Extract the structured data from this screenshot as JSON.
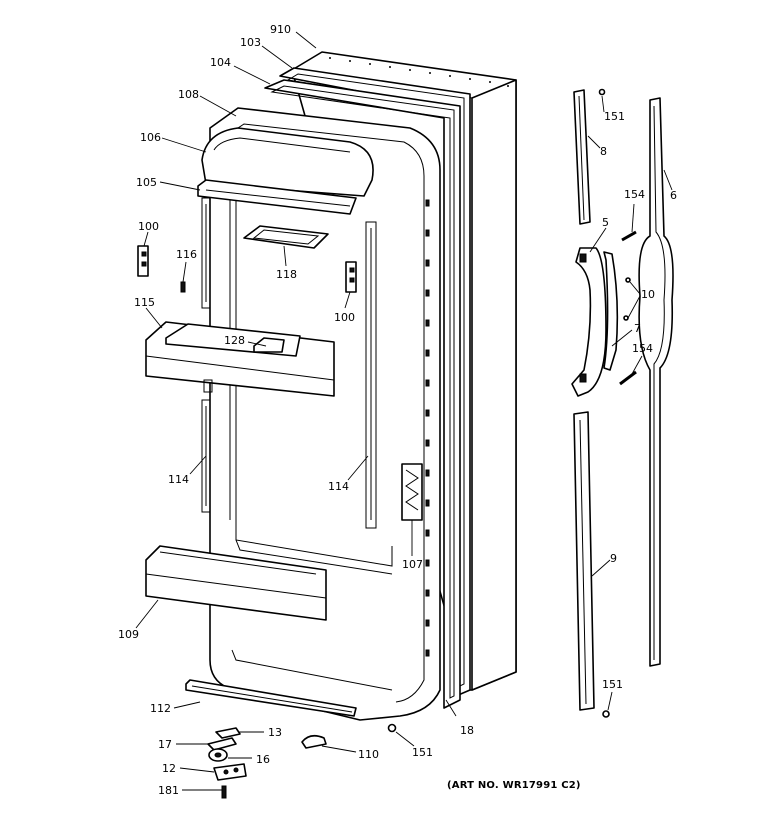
{
  "diagram": {
    "art_number": "(ART NO. WR17991 C2)",
    "labels": {
      "p910": "910",
      "p103": "103",
      "p104": "104",
      "p108": "108",
      "p106": "106",
      "p105": "105",
      "p100a": "100",
      "p116": "116",
      "p118": "118",
      "p100b": "100",
      "p115": "115",
      "p128": "128",
      "p114a": "114",
      "p114b": "114",
      "p107": "107",
      "p109": "109",
      "p112": "112",
      "p13": "13",
      "p17": "17",
      "p16": "16",
      "p12": "12",
      "p181": "181",
      "p110": "110",
      "p151a": "151",
      "p18": "18",
      "p151b": "151",
      "p8": "8",
      "p6": "6",
      "p154a": "154",
      "p5": "5",
      "p10": "10",
      "p7": "7",
      "p154b": "154",
      "p9": "9",
      "p151c": "151"
    }
  }
}
